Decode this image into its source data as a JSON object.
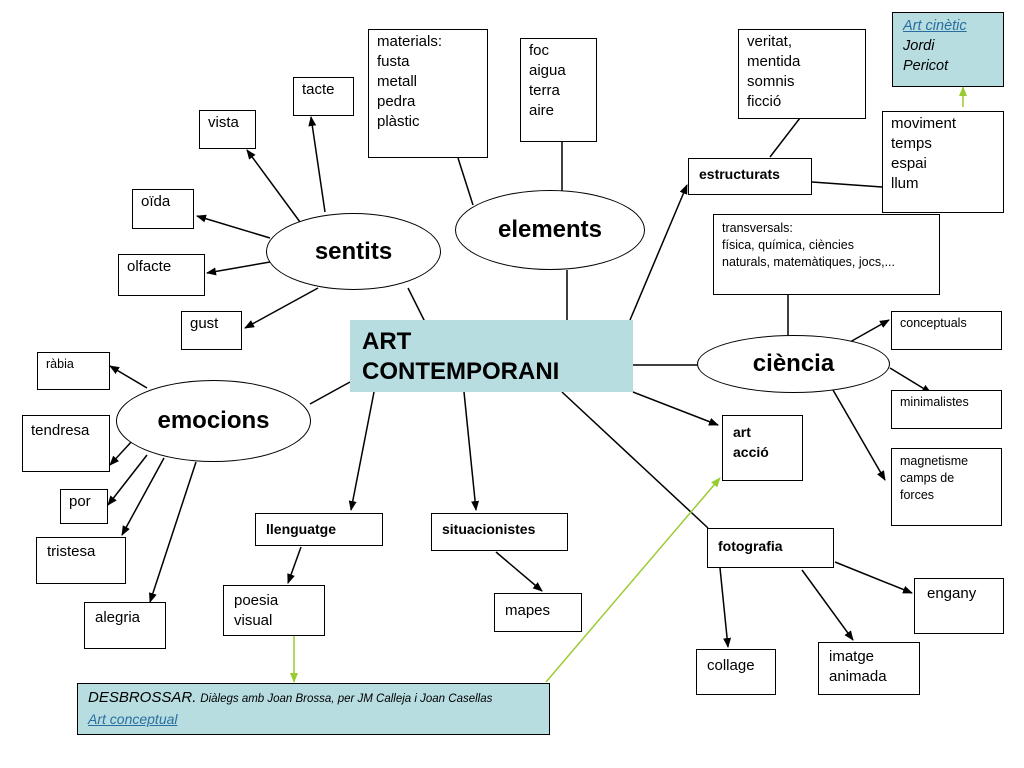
{
  "center": {
    "line1": "ART",
    "line2": "CONTEMPORANI"
  },
  "hubs": {
    "sentits": "sentits",
    "elements": "elements",
    "emocions": "emocions",
    "ciencia": "ciència"
  },
  "sentits_items": {
    "vista": "vista",
    "tacte": "tacte",
    "oida": "oïda",
    "olfacte": "olfacte",
    "gust": "gust"
  },
  "materials": [
    "materials:",
    "fusta",
    "metall",
    "pedra",
    "plàstic"
  ],
  "elements_box": [
    "foc",
    "aigua",
    "terra",
    "aire"
  ],
  "veritat": [
    "veritat,",
    "mentida",
    "somnis",
    "ficció"
  ],
  "art_cinetic": {
    "link": "Art cinètic",
    "line2": "Jordi",
    "line3": "Pericot"
  },
  "moviment": [
    "moviment",
    "temps",
    "espai",
    "llum"
  ],
  "estructurats": "estructurats",
  "transversals": [
    "transversals:",
    "física, química, ciències",
    "naturals, matemàtiques, jocs,..."
  ],
  "ciencia_items": {
    "conceptuals": "conceptuals",
    "minimalistes": "minimalistes",
    "magnetisme": [
      "magnetisme",
      "camps de",
      "forces"
    ]
  },
  "art_accio": [
    "art",
    "acció"
  ],
  "emocions_items": {
    "rabia": "ràbia",
    "tendresa": "tendresa",
    "por": "por",
    "tristesa": "tristesa",
    "alegria": "alegria"
  },
  "llenguatge": "llenguatge",
  "situacionistes": "situacionistes",
  "poesia": [
    "poesia",
    "visual"
  ],
  "mapes": "mapes",
  "fotografia": "fotografia",
  "foto_items": {
    "engany": "engany",
    "collage": "collage",
    "imatge": [
      "imatge",
      "animada"
    ]
  },
  "desbrossar": {
    "title": "DESBROSSAR.",
    "subtitle": "Diàlegs amb Joan Brossa, per JM Calleja i Joan Casellas",
    "link": "Art conceptual"
  },
  "colors": {
    "teal": "#b7dde1",
    "green_arrow": "#99cc33"
  }
}
